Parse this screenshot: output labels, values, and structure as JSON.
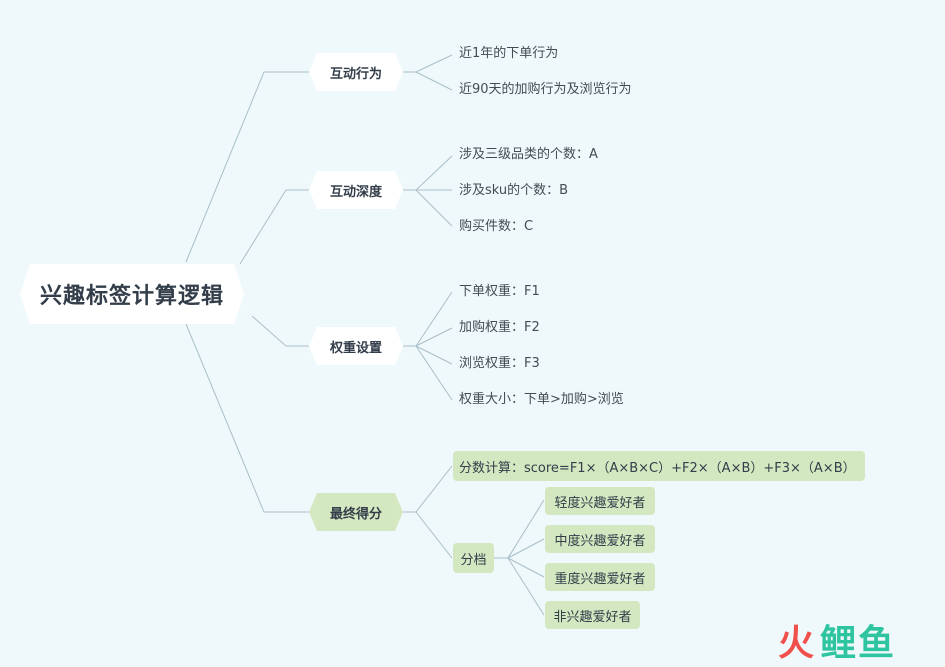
{
  "root": "兴趣标签计算逻辑",
  "branches": [
    {
      "label": "互动行为",
      "children": [
        "近1年的下单行为",
        "近90天的加购行为及浏览行为"
      ]
    },
    {
      "label": "互动深度",
      "children": [
        "涉及三级品类的个数：A",
        "涉及sku的个数：B",
        "购买件数：C"
      ]
    },
    {
      "label": "权重设置",
      "children": [
        "下单权重：F1",
        "加购权重：F2",
        "浏览权重：F3",
        "权重大小：下单>加购>浏览"
      ]
    },
    {
      "label": "最终得分",
      "formula": "分数计算：score=F1×（A×B×C）+F2×（A×B）+F3×（A×B）",
      "tiers": {
        "label": "分档",
        "items": [
          "轻度兴趣爱好者",
          "中度兴趣爱好者",
          "重度兴趣爱好者",
          "非兴趣爱好者"
        ]
      }
    }
  ],
  "watermark": {
    "part1": "火",
    "part2": "鲤鱼"
  },
  "colors": {
    "background": "#eff8fa",
    "line": "#a9bfc9",
    "highlight": "#d3e8c0",
    "text": "#333e4a"
  }
}
